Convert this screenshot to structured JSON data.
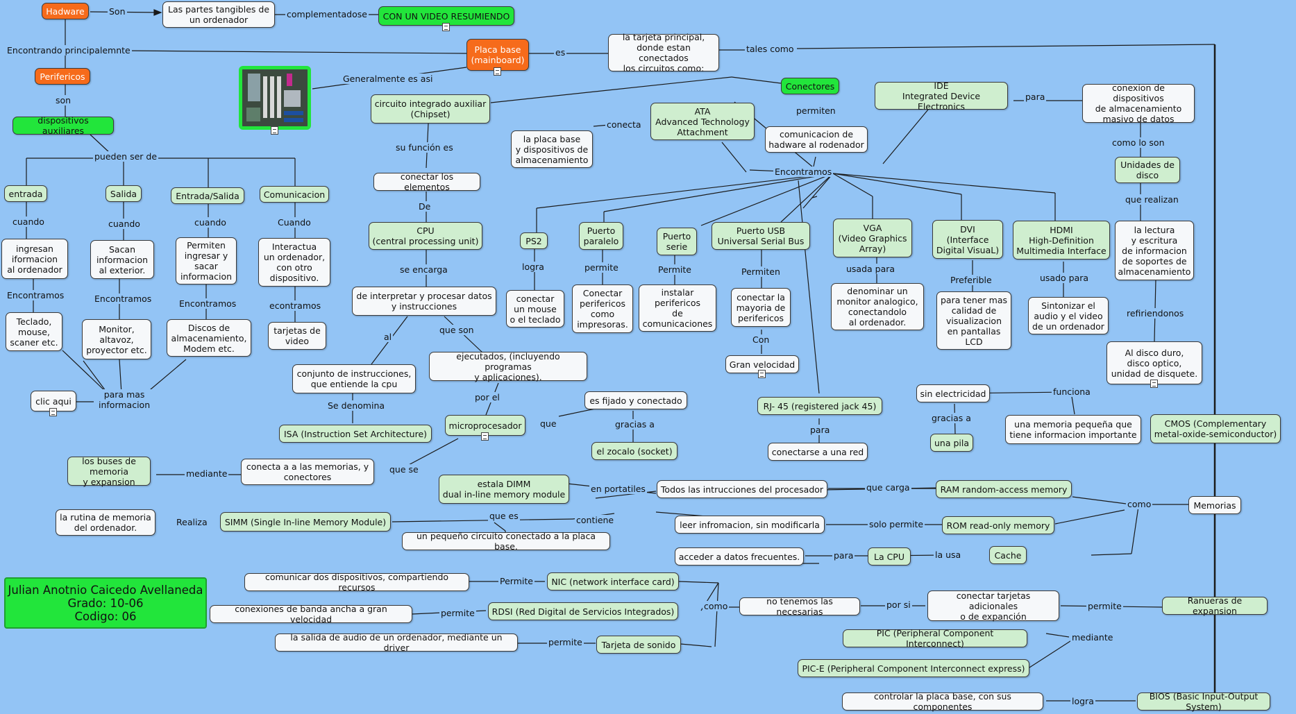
{
  "nodes": {
    "hadware": "Hadware",
    "partes": "Las partes tangibles de\nun ordenador",
    "video": "CON UN VIDEO RESUMIENDO",
    "placa": "Placa base\n(mainboard)",
    "tarjeta": "la tarjeta principal,\ndonde estan conectados\nlos circuitos como:",
    "perifericos": "Perifericos",
    "dispositivos": "dispositivos auxiliares",
    "conectores": "Conectores",
    "chipset": "circuito integrado auxiliar\n(Chipset)",
    "ata": "ATA\nAdvanced Technology\nAttachment",
    "placa_disp": "la placa base\ny dispositivos de\nalmacenamiento",
    "comunicacion_hw": "comunicacion de\nhadware al rodenador",
    "ide": "IDE\nIntegrated Device Electronics",
    "conexion_disp": "conexion de dispositivos\nde almacenamiento\nmasivo de datos",
    "unidades": "Unidades de\ndisco",
    "lectura": "la lectura\ny escritura\nde informacion\nde soportes de\nalmacenamiento",
    "disco_duro": "Al disco duro,\ndisco optico,\nunidad de disquete.",
    "entrada": "entrada",
    "salida": "Salida",
    "entrada_salida": "Entrada/Salida",
    "comunicacion": "Comunicacion",
    "ingresan": "ingresan\niformacion\nal ordenador",
    "sacan": "Sacan\ninformacion\nal exterior.",
    "permiten_ingresar": "Permiten\ningresar y\nsacar\ninformacion",
    "interactua": "Interactua\nun ordenador,\ncon otro\ndispositivo.",
    "teclado": "Teclado,\nmouse,\nscaner etc.",
    "monitor": "Monitor,\naltavoz,\nproyector etc.",
    "discos": "Discos de\nalmacenamiento,\nModem etc.",
    "tarjetas_video": "tarjetas de\nvideo",
    "clic": "clic aqui",
    "conectar_elem": "conectar los elementos",
    "cpu": "CPU\n(central processing unit)",
    "interpretar": "de interpretar y procesar datos\ny instrucciones",
    "conjunto": "conjunto de instrucciones,\nque entiende la cpu",
    "isa": "ISA (Instruction Set Architecture)",
    "ejecutados": "ejecutados, (incluyendo programas\ny aplicaciones).",
    "micro": "microprocesador",
    "fijado": "es fijado y conectado",
    "zocalo": "el zocalo (socket)",
    "ps2": "PS2",
    "paralelo": "Puerto\nparalelo",
    "serie": "Puerto\nserie",
    "usb": "Puerto USB\nUniversal Serial Bus",
    "vga": "VGA\n(Video Graphics\nArray)",
    "dvi": "DVI\n(Interface\nDigital VisuaL)",
    "hdmi": "HDMI\nHigh-Definition\nMultimedia Interface",
    "conectar_mouse": "conectar\nun mouse\no el teclado",
    "conectar_perif": "Conectar\nperifericos\ncomo\nimpresoras.",
    "instalar": "instalar\nperifericos\nde\ncomunicaciones",
    "conectar_mayoria": "conectar la\nmayoria de\nperifericos",
    "gran_vel": "Gran velocidad",
    "denominar": "denominar un\nmonitor analogico,\nconectandolo\nal ordenador.",
    "mayor_calidad": "para tener mas\ncalidad de\nvisualizacion\nen pantallas\nLCD",
    "sintonizar": "Sintonizar el\naudio y el video\nde un ordenador",
    "rj45": "RJ- 45 (registered jack 45)",
    "conectarse_red": "conectarse a una red",
    "sin_elec": "sin electricidad",
    "una_pila": "una pila",
    "memoria_peq": "una memoria pequeña que\ntiene informacion importante",
    "cmos": "CMOS (Complementary\nmetal-oxide-semiconductor)",
    "buses": "los buses de memoria\ny expansion",
    "conecta_mem": "conecta a a las memorias, y\nconectores",
    "dimm": "estala DIMM\ndual in-line memory module",
    "todas_instr": "Todos las intrucciones del procesador",
    "ram": "RAM random-access memory",
    "memorias": "Memorias",
    "rutina": "la rutina de memoria\ndel ordenador.",
    "simm": "SIMM (Single In-line Memory Module)",
    "pequeno_circ": "un pequeño circuito conectado a la placa base.",
    "leer": "leer infromacion, sin modificarla",
    "rom": "ROM read-only memory",
    "acceder": "acceder a datos frecuentes.",
    "la_cpu": "La CPU",
    "cache": "Cache",
    "comunicar_disp": "comunicar dos dispositivos, compartiendo recursos",
    "nic": "NIC (network interface card)",
    "banda_ancha": "conexiones de banda ancha a gran velocidad",
    "rdsi": "RDSI (Red Digital de Servicios Integrados)",
    "salida_audio": "la salida de audio de un ordenador, mediante un driver",
    "sonido": "Tarjeta de sonido",
    "no_tenemos": "no tenemos las necesarias",
    "conectar_tarjetas": "conectar tarjetas adicionales\no de expanción",
    "ranuras": "Ranueras de expansion",
    "pci": "PIC (Peripheral Component Interconnect)",
    "pcie": "PIC-E (Peripheral Component Interconnect express)",
    "controlar": "controlar la placa base, con sus componentes",
    "bios": "BIOS (Basic Input-Output System)"
  },
  "links": {
    "son1": "Son",
    "complementadose": "complementadose",
    "encontrando": "Encontrando principalemnte",
    "es": "es",
    "tales_como": "tales como",
    "generalmente": "Generalmente es asi",
    "son2": "son",
    "pueden_ser": "pueden ser de",
    "cuando1": "cuando",
    "cuando2": "cuando",
    "cuando3": "cuando",
    "cuando4": "Cuando",
    "encontramos1": "Encontramos",
    "encontramos2": "Encontramos",
    "encontramos3": "Encontramos",
    "econtramos": "econtramos",
    "para_mas": "para mas\ninformacion",
    "su_funcion": "su función es",
    "de": "De",
    "se_encarga": "se encarga",
    "al": "al",
    "que_son": "que son",
    "se_denomina": "Se denomina",
    "por_el": "por el",
    "que": "que",
    "gracias_a1": "gracias a",
    "que_se": "que se",
    "mediante1": "mediante",
    "conecta": "conecta",
    "permiten1": "permiten",
    "encontramos_main": "Encontramos",
    "para1": "para",
    "como_lo_son": "como lo son",
    "que_realizan": "que realizan",
    "refiriendonos": "refiriendonos",
    "logra": "logra",
    "permite1": "permite",
    "permite2": "Permite",
    "permiten2": "Permiten",
    "con": "Con",
    "usada_para": "usada para",
    "preferible": "Preferible",
    "usado_para": "usado para",
    "para2": "para",
    "funciona": "funciona",
    "gracias_a2": "gracias a",
    "en_portatiles": "en portatiles",
    "que_carga": "que carga",
    "como1": "como",
    "realiza": "Realiza",
    "que_es": "que es",
    "contiene": "contiene",
    "solo_permite": "solo permite",
    "para3": "para",
    "la_usa": "la usa",
    "permite3": "Permite",
    "permite4": "permite",
    "permite5": "permite",
    "como2": "como",
    "por_si": "por si",
    "permite6": "permite",
    "mediante2": "mediante",
    "logra2": "logra"
  },
  "author": "Julian Anotnio Caicedo Avellaneda\nGrado: 10-06\nCodigo: 06",
  "colors": {
    "background": "#93c4f5",
    "concept_white": "#f6f8fa",
    "concept_green": "#cfeecf",
    "concept_orange": "#f66b1b",
    "concept_bright_green": "#22e53b"
  }
}
